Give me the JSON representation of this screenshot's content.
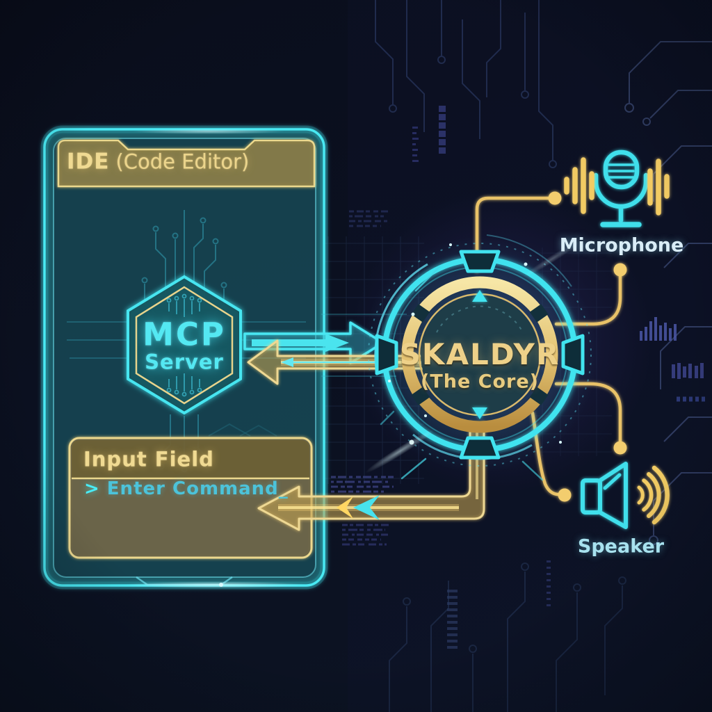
{
  "colors": {
    "background": "#0a0f1d",
    "cyan_accent": "#45e6f2",
    "gold_accent": "#ecd489",
    "panel_fill": "#12303c",
    "core_fill": "#1d3c47",
    "circuit_purple": "#4b57a6"
  },
  "ide_panel": {
    "title_primary": "IDE",
    "title_secondary": "(Code Editor)"
  },
  "mcp_server": {
    "line1": "MCP",
    "line2": "Server"
  },
  "core": {
    "title": "SKALDYR",
    "subtitle": "(The Core)"
  },
  "input_field": {
    "label": "Input Field",
    "prompt": ">",
    "value": "Enter Command_"
  },
  "microphone": {
    "label": "Microphone"
  },
  "speaker": {
    "label": "Speaker"
  },
  "icons": {
    "microphone": "microphone-icon",
    "speaker": "speaker-icon"
  },
  "edges": [
    {
      "from": "MCP Server",
      "to": "SKALDYR (The Core)",
      "style": "cyan-arrow"
    },
    {
      "from": "SKALDYR (The Core)",
      "to": "MCP Server",
      "style": "gold-arrow"
    },
    {
      "from": "SKALDYR (The Core)",
      "to": "Input Field",
      "style": "gold-arrow"
    },
    {
      "from": "SKALDYR (The Core)",
      "to": "Microphone",
      "style": "gold-connector"
    },
    {
      "from": "SKALDYR (The Core)",
      "to": "Speaker",
      "style": "gold-connector"
    }
  ]
}
